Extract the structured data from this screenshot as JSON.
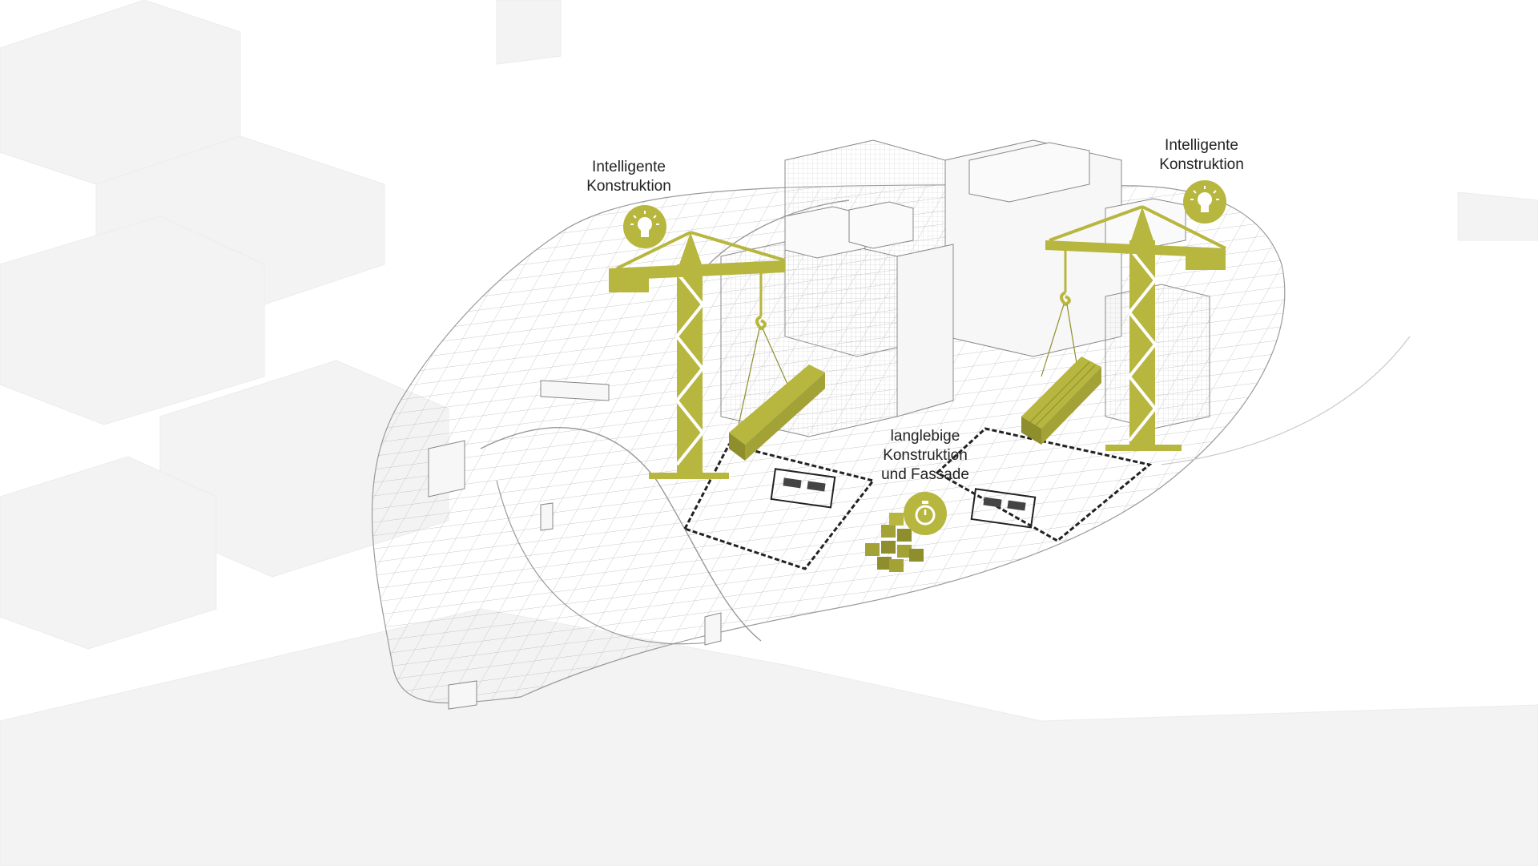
{
  "colors": {
    "accent": "#b7b63f",
    "accent_dark": "#8f8e2c",
    "line": "#555555",
    "hatch": "#9a9a9a",
    "ghost": "#eeeeee"
  },
  "icons": {
    "left": "lightbulb-icon",
    "right": "lightbulb-icon",
    "middle": "stopwatch-icon"
  },
  "annotations": {
    "left": {
      "line1": "Intelligente",
      "line2": "Konstruktion"
    },
    "right": {
      "line1": "Intelligente",
      "line2": "Konstruktion"
    },
    "middle": {
      "line1": "langlebige",
      "line2": "Konstruktion",
      "line3": "und Fassade"
    }
  }
}
